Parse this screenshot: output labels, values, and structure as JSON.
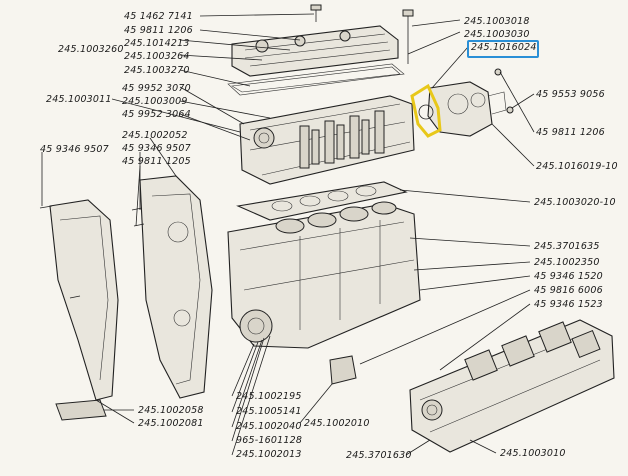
{
  "labels": {
    "l1": "45 1462 7141",
    "l2": "45 9811 1206",
    "l3": "245.1014213",
    "l4": "245.1003260",
    "l5": "245.1003264",
    "l6": "245.1003270",
    "l7": "245.1003018",
    "l8": "245.1003030",
    "l9": "245.1016024",
    "l10": "245.1003011",
    "l11": "45 9952 3070",
    "l12": "245.1003009",
    "l13": "45 9952 3064",
    "l14": "45 9553 9056",
    "l15": "45 9811 1206",
    "l16": "245.1016019-10",
    "l17": "45 9346 9507",
    "l18": "245.1002052",
    "l19": "45 9346 9507",
    "l20": "45 9811 1205",
    "l21": "245.1003020-10",
    "l22": "245.3701635",
    "l23": "245.1002350",
    "l24": "45 9346 1520",
    "l25": "45 9816 6006",
    "l26": "45 9346 1523",
    "l27": "245.1002195",
    "l28": "245.1005141",
    "l29": "245.1002040",
    "l30": "245.1002010",
    "l31": "965-1601128",
    "l32": "245.1002013",
    "l33": "245.1002058",
    "l34": "245.1002081",
    "l35": "245.3701630",
    "l36": "245.1003010"
  },
  "highlight": {
    "color": "#2a8fd6",
    "gasket_color": "#e8c81a"
  }
}
